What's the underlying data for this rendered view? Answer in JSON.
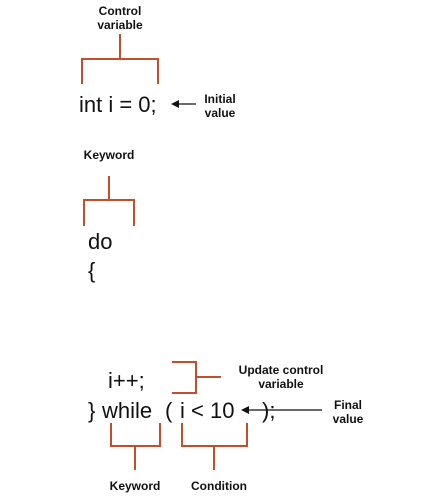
{
  "colors": {
    "bracket": "#c0502a",
    "text": "#111111",
    "background": "#ffffff"
  },
  "labels": {
    "control_variable": [
      "Control",
      "variable"
    ],
    "initial_value": [
      "Initial",
      "value"
    ],
    "keyword_top": "Keyword",
    "update_control_variable": [
      "Update control",
      "variable"
    ],
    "final_value": [
      "Final",
      "value"
    ],
    "keyword_bottom": "Keyword",
    "condition": "Condition"
  },
  "code": {
    "init_statement": "int i = 0;",
    "do_keyword": "do",
    "open_brace": "{",
    "increment": "i++;",
    "while_close_brace": "}",
    "while_keyword": "while",
    "while_open_paren": "(",
    "condition": "i < 10",
    "while_close": ");"
  }
}
